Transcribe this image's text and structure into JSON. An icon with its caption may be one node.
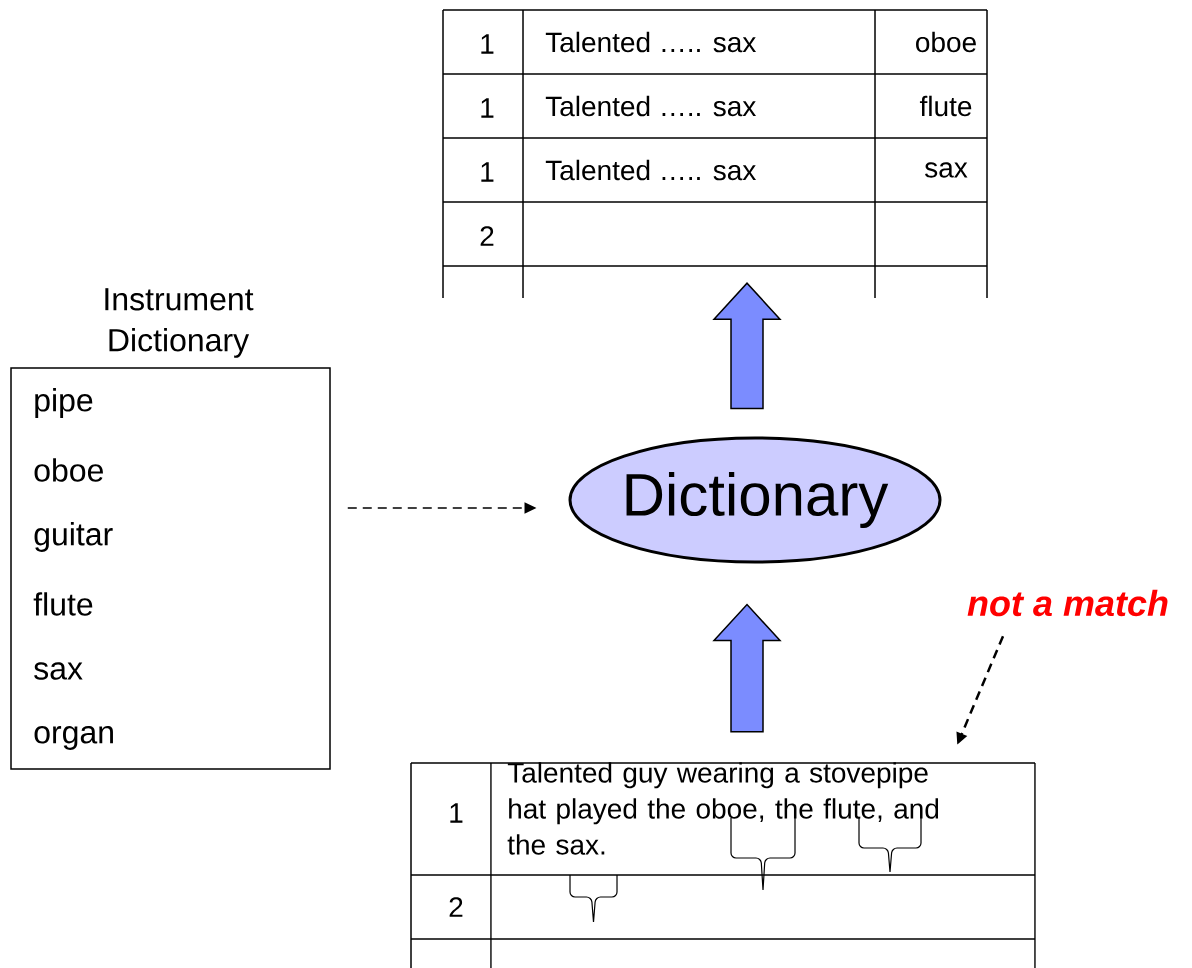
{
  "diagram": {
    "nodes": [
      {
        "text": [
          "Instrument Dictionary",
          "pipe",
          "oboe",
          "guitar",
          "flute",
          "sax",
          "organ"
        ]
      },
      {
        "text": [
          "Dictionary"
        ]
      },
      {
        "text": [
          "1",
          "Talented ….. sax",
          "oboe",
          "1",
          "Talented ….. sax",
          "flute",
          "1",
          "Talented ….. sax",
          "sax",
          "2"
        ]
      },
      {
        "text": [
          "1",
          "Talented guy wearing a stovepipe hat played the oboe, the flute, and the sax.",
          "2"
        ]
      },
      {
        "text": [
          "not a match"
        ]
      }
    ],
    "edges": [
      {
        "from": 0,
        "to": 1,
        "arrow": "to",
        "style": "dashed"
      },
      {
        "from": 3,
        "to": 1,
        "arrow": "to",
        "style": "thick",
        "color": "#7b8cff"
      },
      {
        "from": 1,
        "to": 2,
        "arrow": "to",
        "style": "thick",
        "color": "#7b8cff"
      },
      {
        "from": 4,
        "to": 3,
        "arrow": "to",
        "style": "dashed"
      }
    ]
  }
}
